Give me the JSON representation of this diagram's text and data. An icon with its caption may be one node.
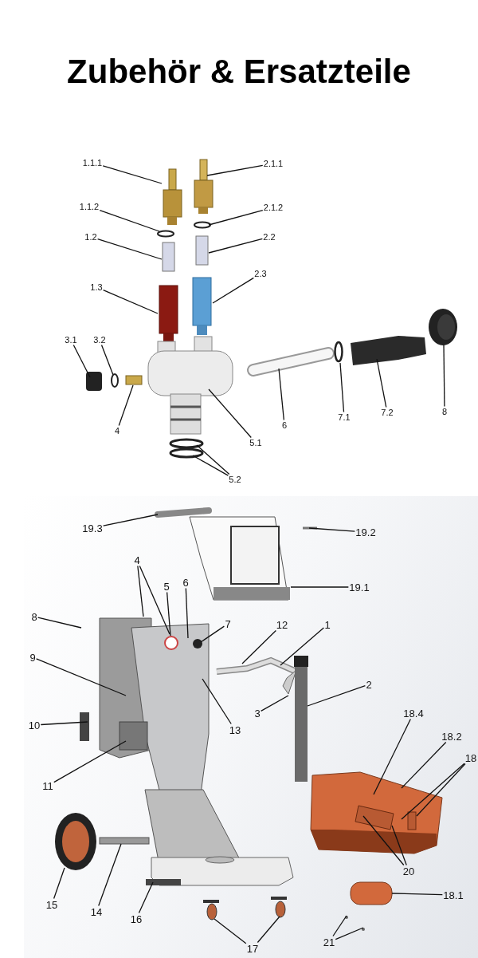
{
  "diagram": {
    "title": "Zubehör & Ersatzteile",
    "nodes": [
      {
        "text": [
          "1.1.1"
        ]
      },
      {
        "text": [
          "2.1.1"
        ]
      },
      {
        "text": [
          "1.1.2"
        ]
      },
      {
        "text": [
          "2.1.2"
        ]
      },
      {
        "text": [
          "1.2"
        ]
      },
      {
        "text": [
          "2.2"
        ]
      },
      {
        "text": [
          "1.3"
        ]
      },
      {
        "text": [
          "2.3"
        ]
      },
      {
        "text": [
          "3.1"
        ]
      },
      {
        "text": [
          "3.2"
        ]
      },
      {
        "text": [
          "4"
        ]
      },
      {
        "text": [
          "5.1"
        ]
      },
      {
        "text": [
          "6"
        ]
      },
      {
        "text": [
          "7.1"
        ]
      },
      {
        "text": [
          "7.2"
        ]
      },
      {
        "text": [
          "8"
        ]
      },
      {
        "text": [
          "5.2"
        ]
      },
      {
        "text": [
          "19.3"
        ]
      },
      {
        "text": [
          "19.2"
        ]
      },
      {
        "text": [
          "19.1"
        ]
      },
      {
        "text": [
          "4"
        ]
      },
      {
        "text": [
          "5"
        ]
      },
      {
        "text": [
          "6"
        ]
      },
      {
        "text": [
          "7"
        ]
      },
      {
        "text": [
          "8"
        ]
      },
      {
        "text": [
          "12"
        ]
      },
      {
        "text": [
          "1"
        ]
      },
      {
        "text": [
          "9"
        ]
      },
      {
        "text": [
          "13"
        ]
      },
      {
        "text": [
          "2"
        ]
      },
      {
        "text": [
          "3"
        ]
      },
      {
        "text": [
          "10"
        ]
      },
      {
        "text": [
          "18.4"
        ]
      },
      {
        "text": [
          "18.2"
        ]
      },
      {
        "text": [
          "18"
        ]
      },
      {
        "text": [
          "11"
        ]
      },
      {
        "text": [
          "20"
        ]
      },
      {
        "text": [
          "15"
        ]
      },
      {
        "text": [
          "14"
        ]
      },
      {
        "text": [
          "16"
        ]
      },
      {
        "text": [
          "17"
        ]
      },
      {
        "text": [
          "18.1"
        ]
      },
      {
        "text": [
          "21"
        ]
      }
    ],
    "edges": [
      {
        "from": 0,
        "to": null,
        "arrow": "none"
      },
      {
        "from": 1,
        "to": null,
        "arrow": "none"
      },
      {
        "from": 2,
        "to": null,
        "arrow": "none"
      },
      {
        "from": 3,
        "to": null,
        "arrow": "none"
      },
      {
        "from": 4,
        "to": null,
        "arrow": "none"
      },
      {
        "from": 5,
        "to": null,
        "arrow": "none"
      },
      {
        "from": 6,
        "to": null,
        "arrow": "none"
      },
      {
        "from": 7,
        "to": null,
        "arrow": "none"
      },
      {
        "from": 8,
        "to": null,
        "arrow": "none"
      },
      {
        "from": 9,
        "to": null,
        "arrow": "none"
      },
      {
        "from": 10,
        "to": null,
        "arrow": "none"
      },
      {
        "from": 11,
        "to": null,
        "arrow": "none"
      },
      {
        "from": 12,
        "to": null,
        "arrow": "none"
      },
      {
        "from": 13,
        "to": null,
        "arrow": "none"
      },
      {
        "from": 14,
        "to": null,
        "arrow": "none"
      },
      {
        "from": 15,
        "to": null,
        "arrow": "none"
      },
      {
        "from": 16,
        "to": null,
        "arrow": "none"
      },
      {
        "from": 16,
        "to": null,
        "arrow": "none"
      },
      {
        "from": 17,
        "to": null,
        "arrow": "none"
      },
      {
        "from": 18,
        "to": null,
        "arrow": "none"
      },
      {
        "from": 19,
        "to": null,
        "arrow": "none"
      },
      {
        "from": 20,
        "to": null,
        "arrow": "none"
      },
      {
        "from": 20,
        "to": null,
        "arrow": "none"
      },
      {
        "from": 21,
        "to": null,
        "arrow": "none"
      },
      {
        "from": 22,
        "to": null,
        "arrow": "none"
      },
      {
        "from": 23,
        "to": null,
        "arrow": "none"
      },
      {
        "from": 24,
        "to": null,
        "arrow": "none"
      },
      {
        "from": 25,
        "to": null,
        "arrow": "none"
      },
      {
        "from": 26,
        "to": null,
        "arrow": "none"
      },
      {
        "from": 27,
        "to": null,
        "arrow": "none"
      },
      {
        "from": 28,
        "to": null,
        "arrow": "none"
      },
      {
        "from": 29,
        "to": null,
        "arrow": "none"
      },
      {
        "from": 30,
        "to": null,
        "arrow": "none"
      },
      {
        "from": 31,
        "to": null,
        "arrow": "none"
      },
      {
        "from": 32,
        "to": null,
        "arrow": "none"
      },
      {
        "from": 33,
        "to": null,
        "arrow": "none"
      },
      {
        "from": 34,
        "to": null,
        "arrow": "none"
      },
      {
        "from": 34,
        "to": null,
        "arrow": "none"
      },
      {
        "from": 35,
        "to": null,
        "arrow": "none"
      },
      {
        "from": 36,
        "to": null,
        "arrow": "none"
      },
      {
        "from": 36,
        "to": null,
        "arrow": "none"
      },
      {
        "from": 37,
        "to": null,
        "arrow": "none"
      },
      {
        "from": 38,
        "to": null,
        "arrow": "none"
      },
      {
        "from": 39,
        "to": null,
        "arrow": "none"
      },
      {
        "from": 40,
        "to": null,
        "arrow": "none"
      },
      {
        "from": 40,
        "to": null,
        "arrow": "none"
      },
      {
        "from": 41,
        "to": null,
        "arrow": "none"
      },
      {
        "from": 42,
        "to": null,
        "arrow": "none"
      },
      {
        "from": 42,
        "to": null,
        "arrow": "none"
      }
    ]
  }
}
